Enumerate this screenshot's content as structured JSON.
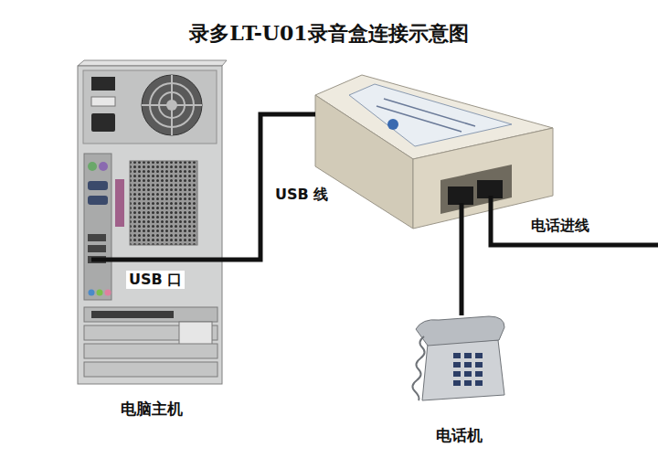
{
  "diagram": {
    "title": "录多LT-U01录音盒连接示意图",
    "nodes": [
      {
        "text": [
          "电脑主机"
        ]
      },
      {
        "text": []
      },
      {
        "text": [
          "电话机"
        ]
      }
    ],
    "edges": [
      {
        "from": 0,
        "to": 1,
        "arrow": "none",
        "label": "USB 线"
      },
      {
        "from": 1,
        "to": 2,
        "arrow": "none"
      }
    ],
    "labels": [
      "USB 口",
      "电话进线"
    ]
  }
}
